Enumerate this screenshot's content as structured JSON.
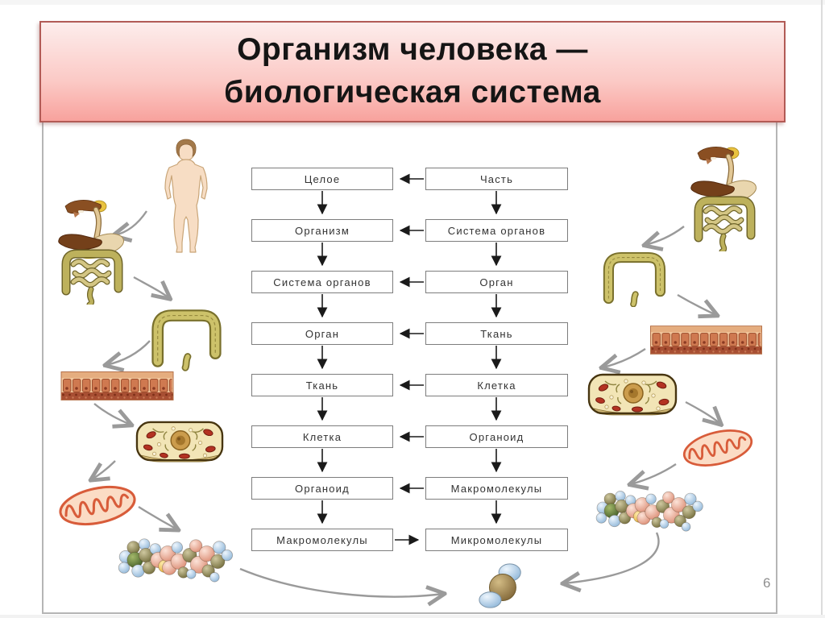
{
  "title": {
    "line1": "Организм человека —",
    "line2": "биологическая система"
  },
  "page_number": "6",
  "flowchart": {
    "rows": [
      {
        "left": "Целое",
        "right": "Часть"
      },
      {
        "left": "Организм",
        "right": "Система органов"
      },
      {
        "left": "Система органов",
        "right": "Орган"
      },
      {
        "left": "Орган",
        "right": "Ткань"
      },
      {
        "left": "Ткань",
        "right": "Клетка"
      },
      {
        "left": "Клетка",
        "right": "Органоид"
      },
      {
        "left": "Органоид",
        "right": "Макромолекулы"
      },
      {
        "left": "Макромолекулы",
        "right": "Микромолекулы"
      }
    ]
  },
  "illustrations": {
    "left_chain": [
      "human-figure",
      "digestive-system",
      "large-intestine",
      "epithelial-tissue",
      "cell",
      "mitochondrion",
      "macromolecule"
    ],
    "right_chain": [
      "digestive-system",
      "large-intestine",
      "epithelial-tissue",
      "cell",
      "mitochondrion",
      "macromolecule"
    ],
    "center_bottom": "water-molecule"
  },
  "colors": {
    "banner_top": "#fdedec",
    "banner_bottom": "#f8a29d",
    "banner_border": "#b25b56",
    "panel_border": "#b5b5b5",
    "box_border": "#7d7d7d",
    "flow_arrow": "#1a1a1a",
    "curve_arrow": "#9a9a9a",
    "page_number_color": "#8f8f8f"
  }
}
